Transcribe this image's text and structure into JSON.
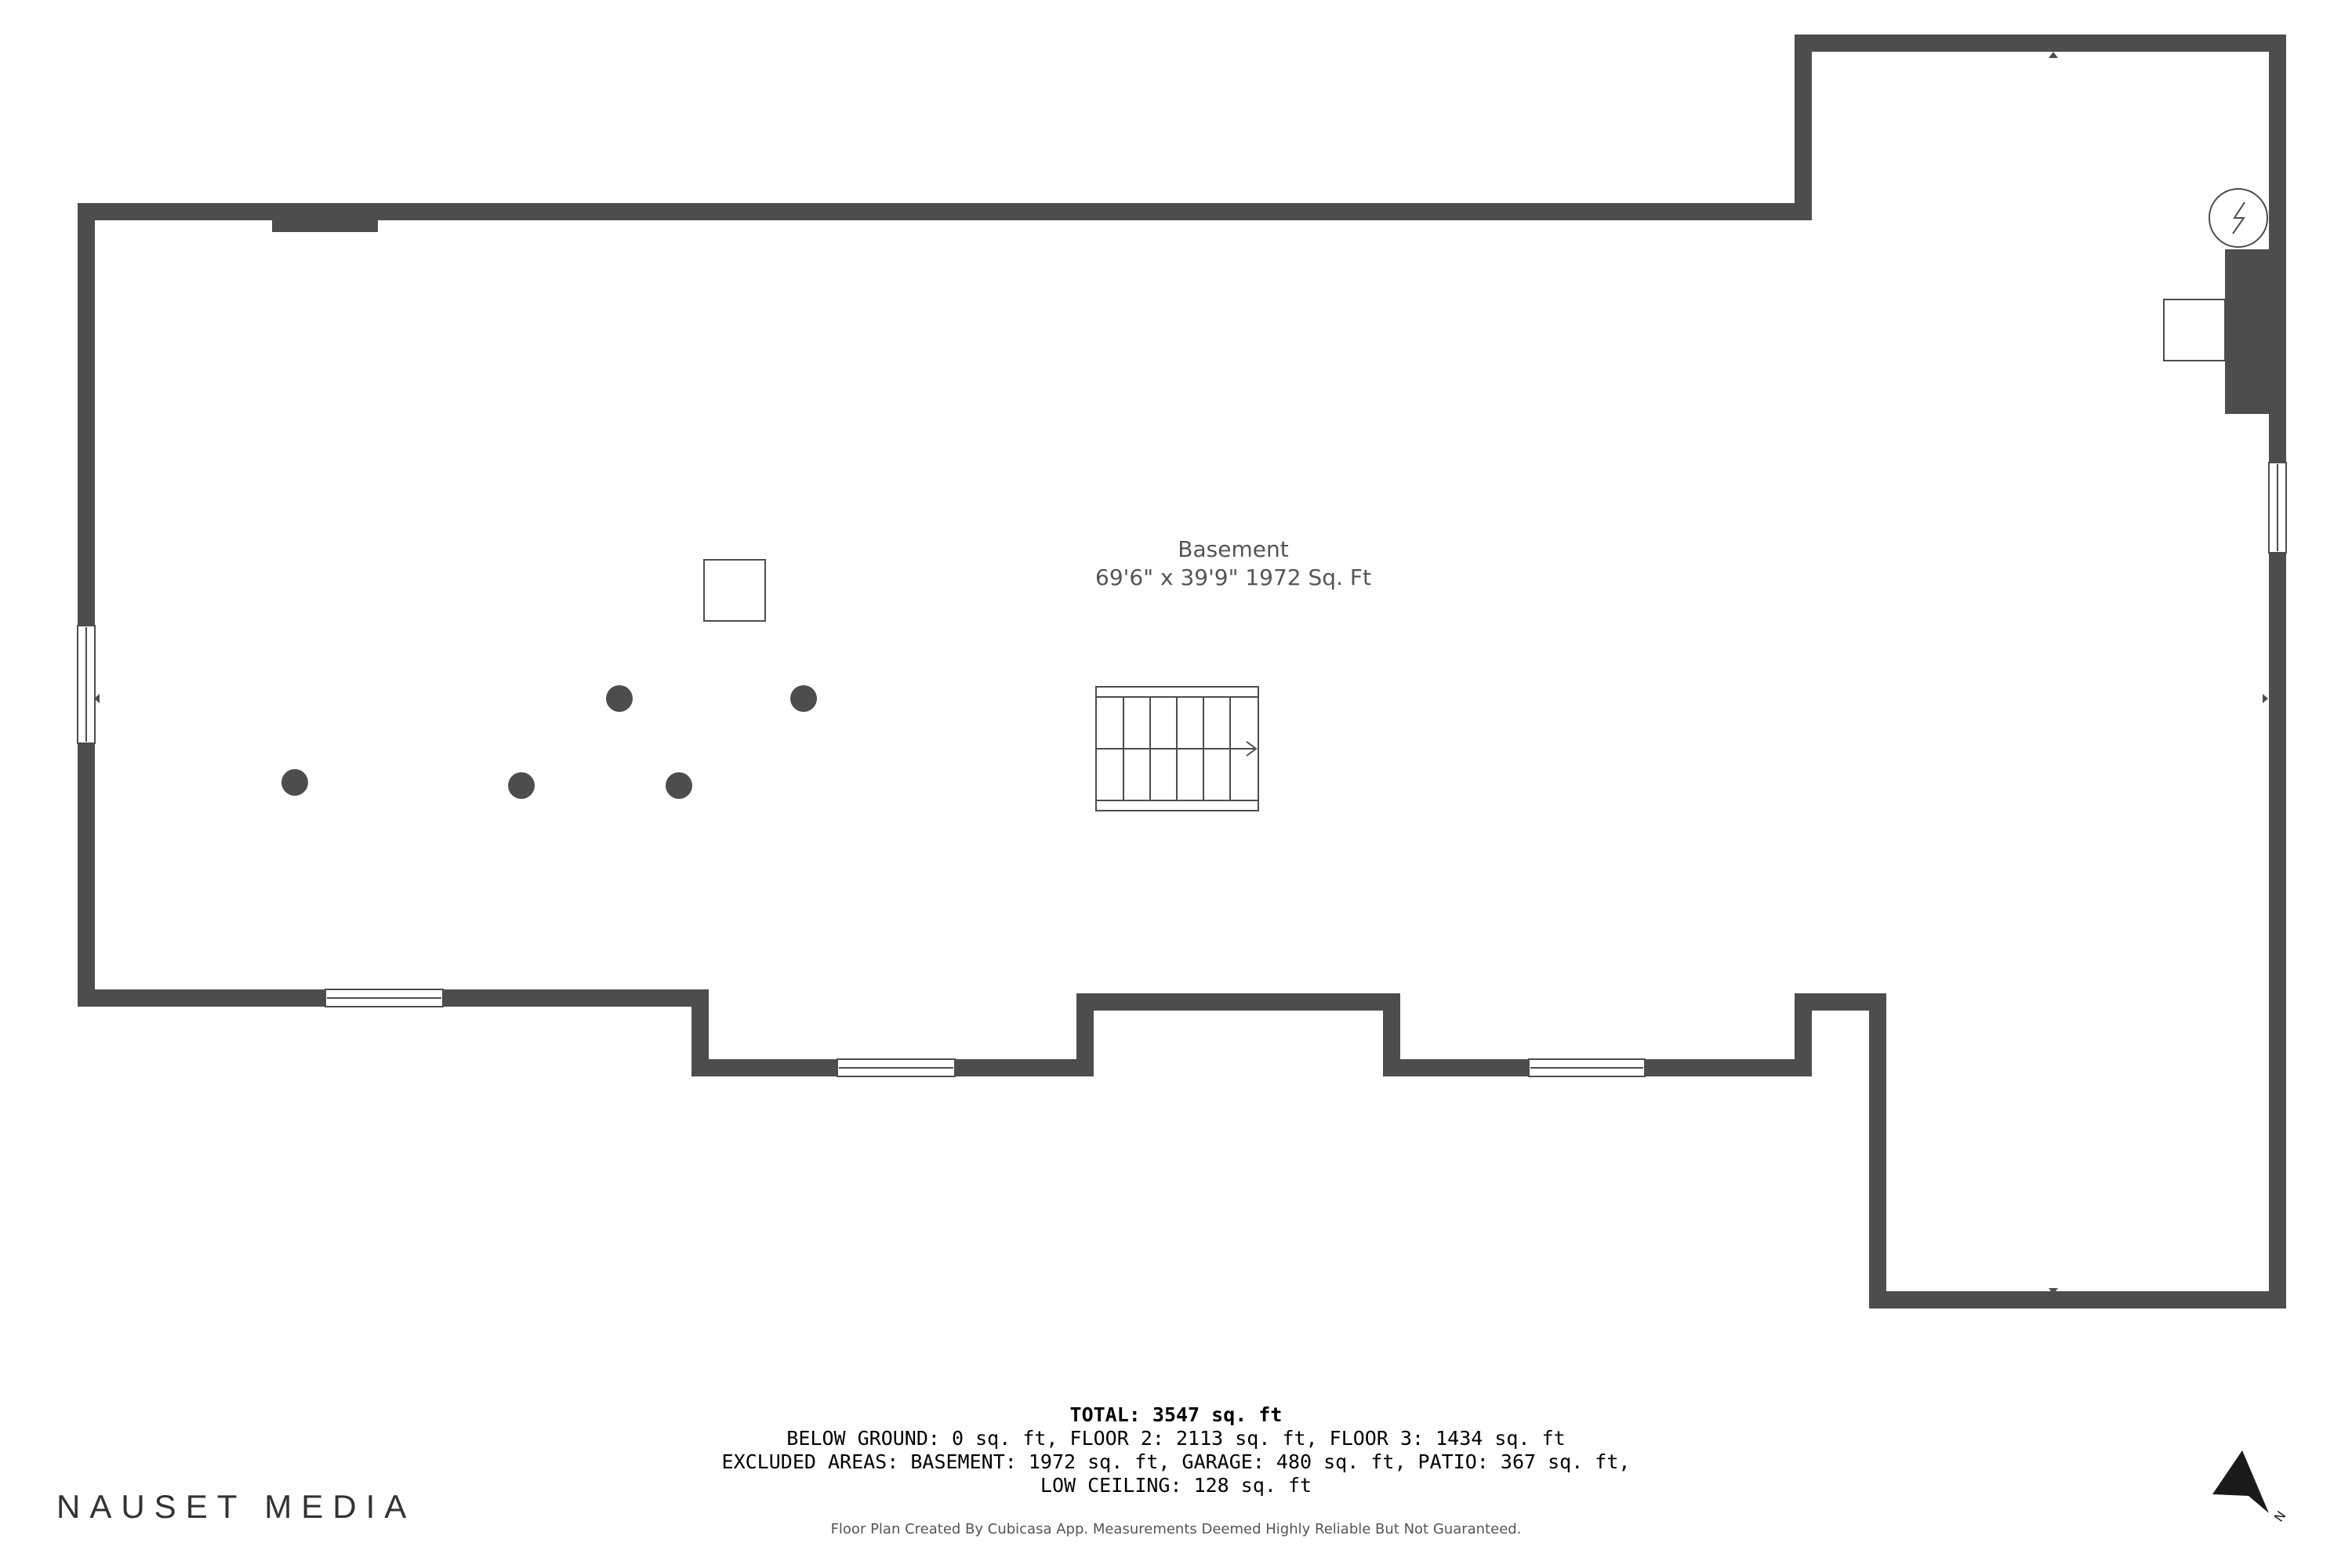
{
  "room": {
    "name": "Basement",
    "dimensions": "69'6\" x 39'9\" 1972 Sq. Ft"
  },
  "summary": {
    "total": "TOTAL: 3547 sq. ft",
    "line1": "BELOW GROUND: 0 sq. ft, FLOOR 2: 2113 sq. ft, FLOOR 3: 1434 sq. ft",
    "line2": "EXCLUDED AREAS: BASEMENT: 1972 sq. ft, GARAGE: 480 sq. ft, PATIO: 367 sq. ft,",
    "line3": "LOW CEILING: 128 sq. ft"
  },
  "credit": "Floor Plan Created By Cubicasa App. Measurements Deemed Highly Reliable But Not Guaranteed.",
  "brand": "NAUSET MEDIA",
  "compass_label": "N",
  "colors": {
    "wall": "#4d4d4d",
    "background": "#ffffff"
  }
}
